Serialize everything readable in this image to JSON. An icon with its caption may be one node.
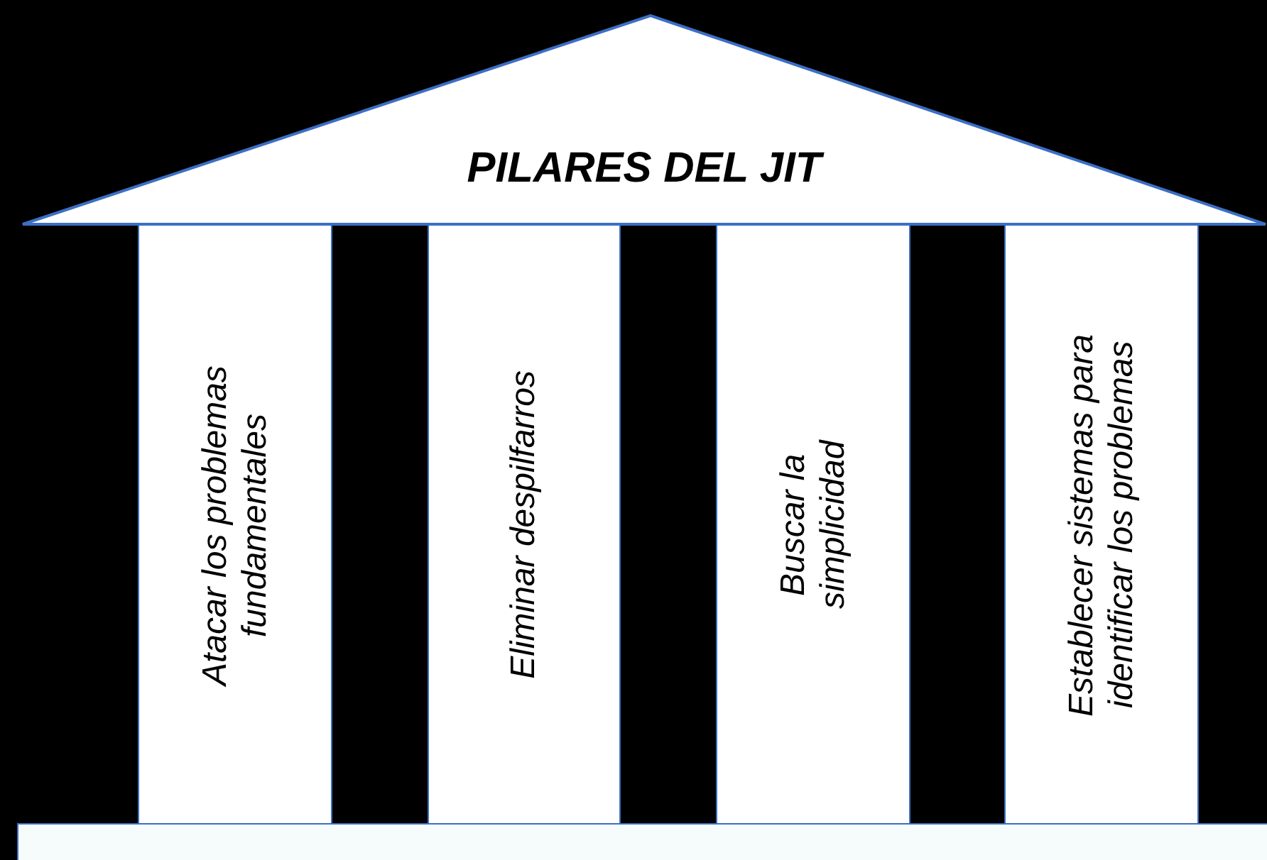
{
  "diagram": {
    "nodes": [
      {
        "text": [
          "PILARES DEL JIT"
        ]
      },
      {
        "text": [
          "Atacar los problemas fundamentales"
        ]
      },
      {
        "text": [
          "Eliminar despilfarros"
        ]
      },
      {
        "text": [
          "Buscar la simplicidad"
        ]
      },
      {
        "text": [
          "Establecer sistemas para identificar los problemas"
        ]
      },
      {
        "text": [],
        "shape": "box"
      }
    ]
  }
}
